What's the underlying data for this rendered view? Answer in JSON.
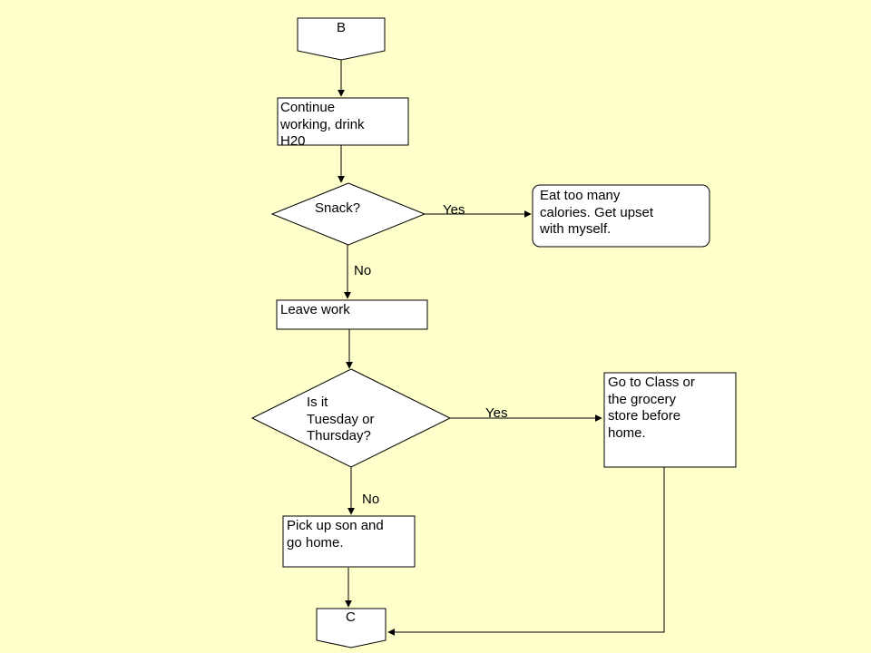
{
  "colors": {
    "background": "#ffffcc",
    "node_fill": "#ffffff",
    "stroke": "#000000"
  },
  "nodes": {
    "connector_b": "B",
    "continue_working": "Continue\nworking, drink\nH20",
    "snack_decision": "Snack?",
    "eat_too_many": "Eat too many\ncalories. Get upset\nwith myself.",
    "leave_work": "Leave work",
    "tue_thu_decision": "Is it\nTuesday or\nThursday?",
    "go_to_class": "Go to Class or\nthe grocery\nstore before\nhome.",
    "pick_up_son": "Pick up son and\ngo home.",
    "connector_c": "C"
  },
  "edges": {
    "snack_yes": "Yes",
    "snack_no": "No",
    "tue_thu_yes": "Yes",
    "tue_thu_no": "No"
  }
}
